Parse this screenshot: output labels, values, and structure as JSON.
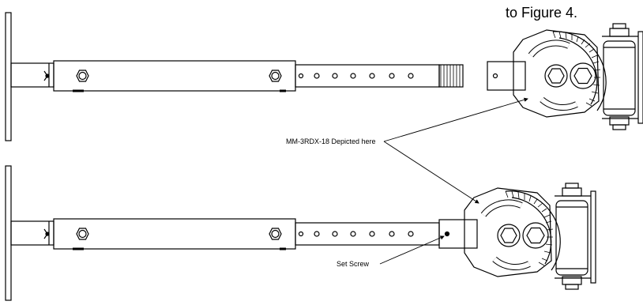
{
  "figure": {
    "caption_fragment": "to Figure 4.",
    "callout_model": "MM-3RDX-18 Depicted here",
    "callout_set_screw": "Set Screw"
  },
  "assemblies": [
    {
      "name": "top-assembly",
      "state": "separated"
    },
    {
      "name": "bottom-assembly",
      "state": "assembled"
    }
  ],
  "colors": {
    "line": "#000000",
    "background": "#ffffff",
    "fill_light": "#ffffff"
  }
}
